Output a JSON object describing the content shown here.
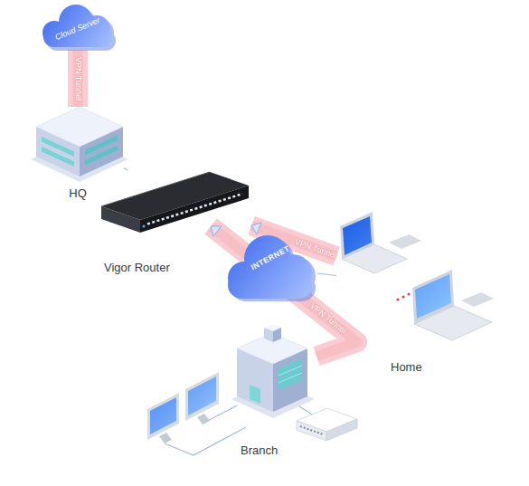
{
  "diagram": {
    "nodes": [
      {
        "text": [
          "Cloud Server"
        ]
      },
      {
        "text": [
          "HQ"
        ]
      },
      {
        "text": [
          "Vigor Router"
        ]
      },
      {
        "text": [
          "INTERNET"
        ]
      },
      {
        "text": [
          "Home"
        ]
      },
      {
        "text": [
          "Branch"
        ]
      }
    ],
    "edges": [
      {
        "from": 0,
        "to": 1,
        "label": "VPN Tunnel",
        "arrow": "none"
      },
      {
        "from": 1,
        "to": 2,
        "arrow": "none"
      },
      {
        "from": 4,
        "to": 2,
        "label": "VPN Tunnel",
        "arrow": "to"
      },
      {
        "from": 5,
        "to": 2,
        "label": "VPN Tunnel",
        "arrow": "to"
      },
      {
        "from": 4,
        "to": 3,
        "arrow": "none"
      }
    ]
  }
}
